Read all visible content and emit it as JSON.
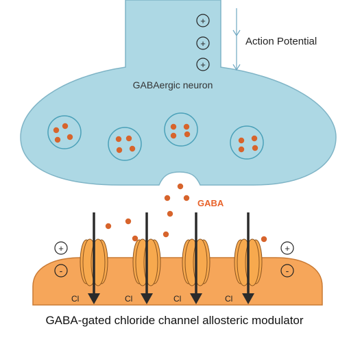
{
  "diagram": {
    "action_potential_label": "Action Potential",
    "neuron_label": "GABAergic neuron",
    "neurotransmitter_label": "GABA",
    "chloride_label": "Cl",
    "plus_symbol": "+",
    "minus_symbol": "-",
    "caption": "GABA-gated chloride channel allosteric modulator"
  },
  "colors": {
    "neuron_fill": "#add8e4",
    "neuron_stroke": "#7fb4c6",
    "vesicle_stroke": "#4aa0b8",
    "gaba_dot": "#d7642c",
    "gaba_text": "#e8622a",
    "membrane_fill": "#f6a65a",
    "membrane_stroke": "#c97a34",
    "channel_fill": "#f7a94e",
    "channel_stroke": "#8a5420",
    "arrow": "#2b2b2b"
  }
}
